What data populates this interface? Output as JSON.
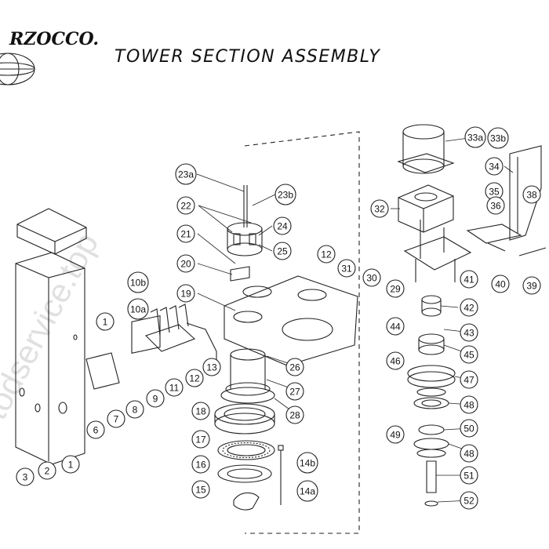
{
  "header": {
    "brand": "RZOCCO.",
    "title": "TOWER SECTION ASSEMBLY"
  },
  "watermark": "todservice.top",
  "callouts": [
    {
      "id": "c-23a",
      "label": "23a"
    },
    {
      "id": "c-23b",
      "label": "23b"
    },
    {
      "id": "c-22",
      "label": "22"
    },
    {
      "id": "c-24",
      "label": "24"
    },
    {
      "id": "c-25",
      "label": "25"
    },
    {
      "id": "c-21",
      "label": "21"
    },
    {
      "id": "c-20",
      "label": "20"
    },
    {
      "id": "c-19",
      "label": "19"
    },
    {
      "id": "c-10b",
      "label": "10b"
    },
    {
      "id": "c-10a",
      "label": "10a"
    },
    {
      "id": "c-1a",
      "label": "1"
    },
    {
      "id": "c-13",
      "label": "13"
    },
    {
      "id": "c-12a",
      "label": "12"
    },
    {
      "id": "c-11",
      "label": "11"
    },
    {
      "id": "c-9",
      "label": "9"
    },
    {
      "id": "c-8",
      "label": "8"
    },
    {
      "id": "c-7",
      "label": "7"
    },
    {
      "id": "c-6",
      "label": "6"
    },
    {
      "id": "c-26",
      "label": "26"
    },
    {
      "id": "c-27",
      "label": "27"
    },
    {
      "id": "c-28",
      "label": "28"
    },
    {
      "id": "c-18",
      "label": "18"
    },
    {
      "id": "c-17",
      "label": "17"
    },
    {
      "id": "c-16",
      "label": "16"
    },
    {
      "id": "c-15",
      "label": "15"
    },
    {
      "id": "c-14b",
      "label": "14b"
    },
    {
      "id": "c-14a",
      "label": "14a"
    },
    {
      "id": "c-3",
      "label": "3"
    },
    {
      "id": "c-2",
      "label": "2"
    },
    {
      "id": "c-1b",
      "label": "1"
    },
    {
      "id": "c-33a",
      "label": "33a"
    },
    {
      "id": "c-33b",
      "label": "33b"
    },
    {
      "id": "c-32",
      "label": "32"
    },
    {
      "id": "c-34",
      "label": "34"
    },
    {
      "id": "c-35",
      "label": "35"
    },
    {
      "id": "c-38",
      "label": "38"
    },
    {
      "id": "c-36",
      "label": "36"
    },
    {
      "id": "c-12b",
      "label": "12"
    },
    {
      "id": "c-31",
      "label": "31"
    },
    {
      "id": "c-30",
      "label": "30"
    },
    {
      "id": "c-29",
      "label": "29"
    },
    {
      "id": "c-41",
      "label": "41"
    },
    {
      "id": "c-40",
      "label": "40"
    },
    {
      "id": "c-39",
      "label": "39"
    },
    {
      "id": "c-42",
      "label": "42"
    },
    {
      "id": "c-44",
      "label": "44"
    },
    {
      "id": "c-43",
      "label": "43"
    },
    {
      "id": "c-45",
      "label": "45"
    },
    {
      "id": "c-46",
      "label": "46"
    },
    {
      "id": "c-47",
      "label": "47"
    },
    {
      "id": "c-48a",
      "label": "48"
    },
    {
      "id": "c-49",
      "label": "49"
    },
    {
      "id": "c-50",
      "label": "50"
    },
    {
      "id": "c-48b",
      "label": "48"
    },
    {
      "id": "c-51",
      "label": "51"
    },
    {
      "id": "c-52",
      "label": "52"
    }
  ]
}
